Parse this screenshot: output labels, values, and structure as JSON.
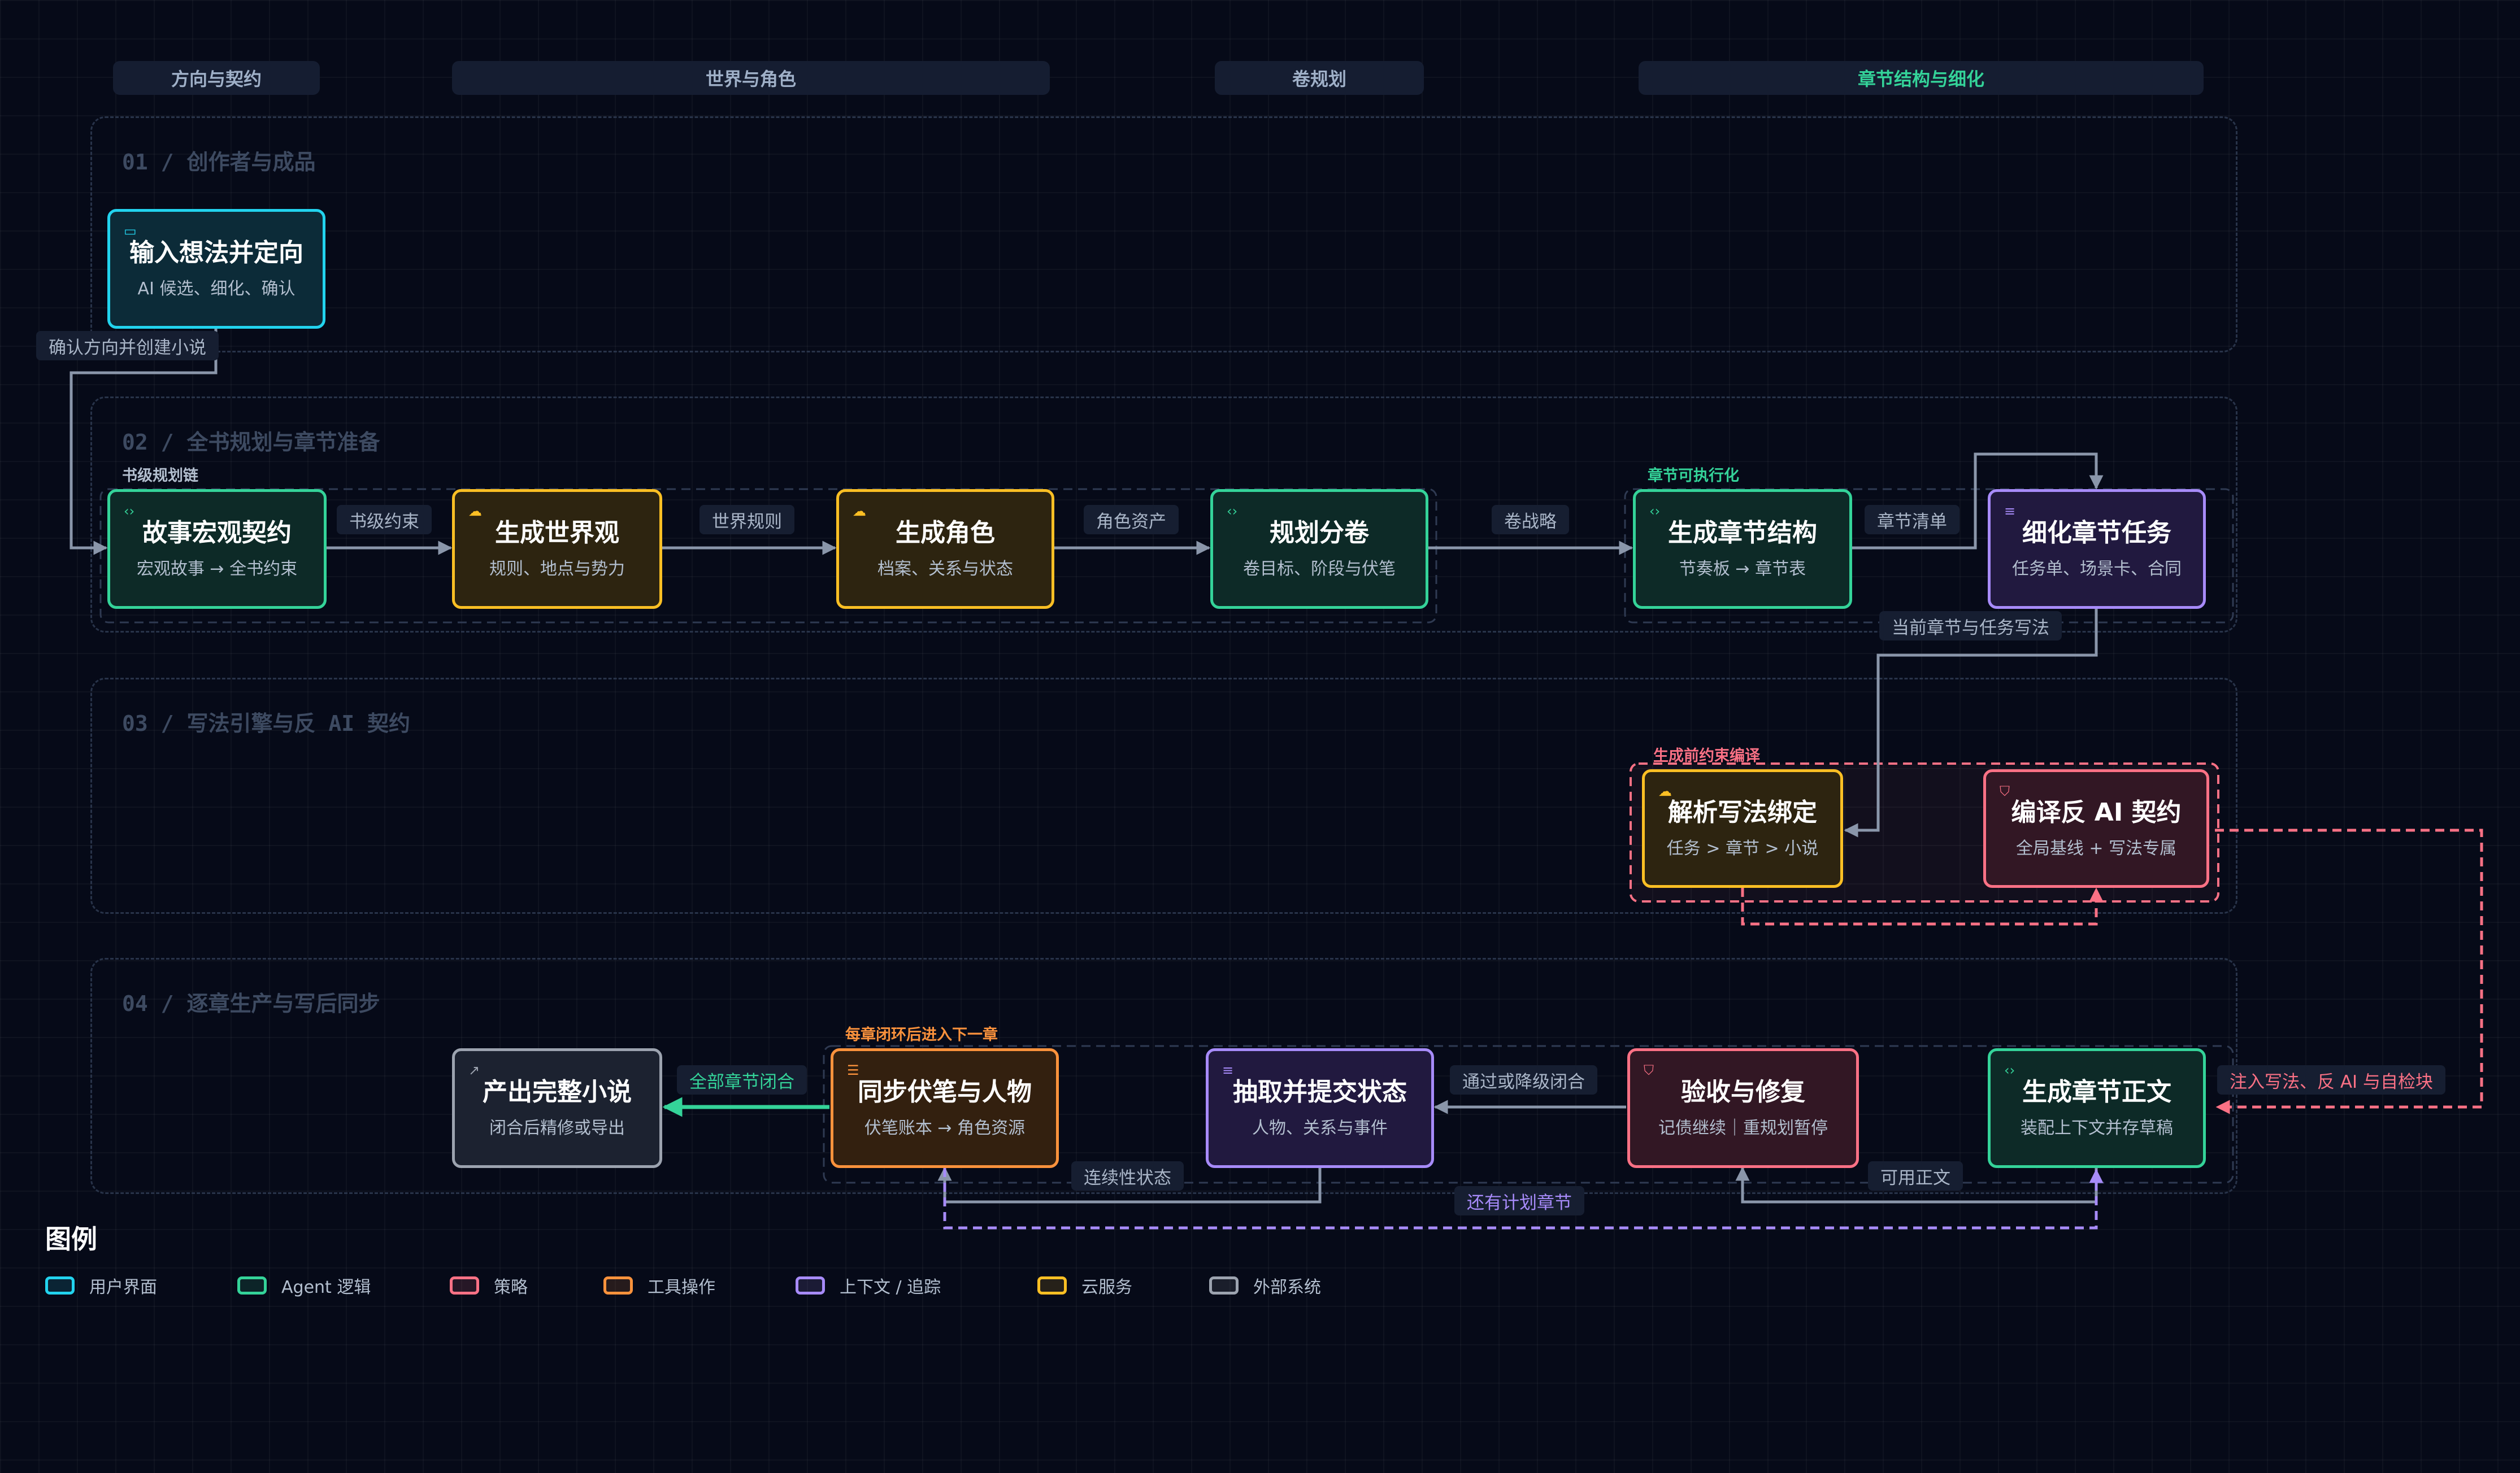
{
  "phases": [
    "方向与契约",
    "世界与角色",
    "卷规划",
    "章节结构与细化"
  ],
  "lanes": {
    "l1": {
      "num": "01",
      "sep": "/",
      "title": "创作者与成品"
    },
    "l2": {
      "num": "02",
      "sep": "/",
      "title": "全书规划与章节准备"
    },
    "l3": {
      "num": "03",
      "sep": "/",
      "title": "写法引擎与反 AI 契约"
    },
    "l4": {
      "num": "04",
      "sep": "/",
      "title": "逐章生产与写后同步"
    }
  },
  "groups": {
    "book_chain": "书级规划链",
    "chapter_exec": "章节可执行化",
    "precompile": "生成前约束编译",
    "loop": "每章闭环后进入下一章"
  },
  "nodes": {
    "input": {
      "title": "输入想法并定向",
      "sub": "AI 候选、细化、确认"
    },
    "macro": {
      "title": "故事宏观契约",
      "sub": "宏观故事 → 全书约束"
    },
    "world": {
      "title": "生成世界观",
      "sub": "规则、地点与势力"
    },
    "role": {
      "title": "生成角色",
      "sub": "档案、关系与状态"
    },
    "volume": {
      "title": "规划分卷",
      "sub": "卷目标、阶段与伏笔"
    },
    "chstruct": {
      "title": "生成章节结构",
      "sub": "节奏板 → 章节表"
    },
    "refine": {
      "title": "细化章节任务",
      "sub": "任务单、场景卡、合同"
    },
    "parse": {
      "title": "解析写法绑定",
      "sub": "任务 > 章节 > 小说"
    },
    "antiai": {
      "title": "编译反 AI 契约",
      "sub": "全局基线 + 写法专属"
    },
    "output": {
      "title": "产出完整小说",
      "sub": "闭合后精修或导出"
    },
    "sync": {
      "title": "同步伏笔与人物",
      "sub": "伏笔账本 → 角色资源"
    },
    "extract": {
      "title": "抽取并提交状态",
      "sub": "人物、关系与事件"
    },
    "verify": {
      "title": "验收与修复",
      "sub": "记债继续｜重规划暂停"
    },
    "gen": {
      "title": "生成章节正文",
      "sub": "装配上下文并存草稿"
    }
  },
  "edges": {
    "confirm": "确认方向并创建小说",
    "book_constraint": "书级约束",
    "world_rule": "世界规则",
    "role_asset": "角色资产",
    "volume_strategy": "卷战略",
    "chapter_list": "章节清单",
    "current_style": "当前章节与任务写法",
    "inject": "注入写法、反 AI 与自检块",
    "usable_text": "可用正文",
    "pass_close": "通过或降级闭合",
    "continuity": "连续性状态",
    "all_close": "全部章节闭合",
    "remaining": "还有计划章节"
  },
  "legend": {
    "title": "图例",
    "items": [
      {
        "label": "用户界面",
        "color": "#22d3ee"
      },
      {
        "label": "Agent 逻辑",
        "color": "#34d399"
      },
      {
        "label": "策略",
        "color": "#fb7185"
      },
      {
        "label": "工具操作",
        "color": "#fb923c"
      },
      {
        "label": "上下文 / 追踪",
        "color": "#a78bfa"
      },
      {
        "label": "云服务",
        "color": "#fbbf24"
      },
      {
        "label": "外部系统",
        "color": "#9ca3af"
      }
    ]
  }
}
